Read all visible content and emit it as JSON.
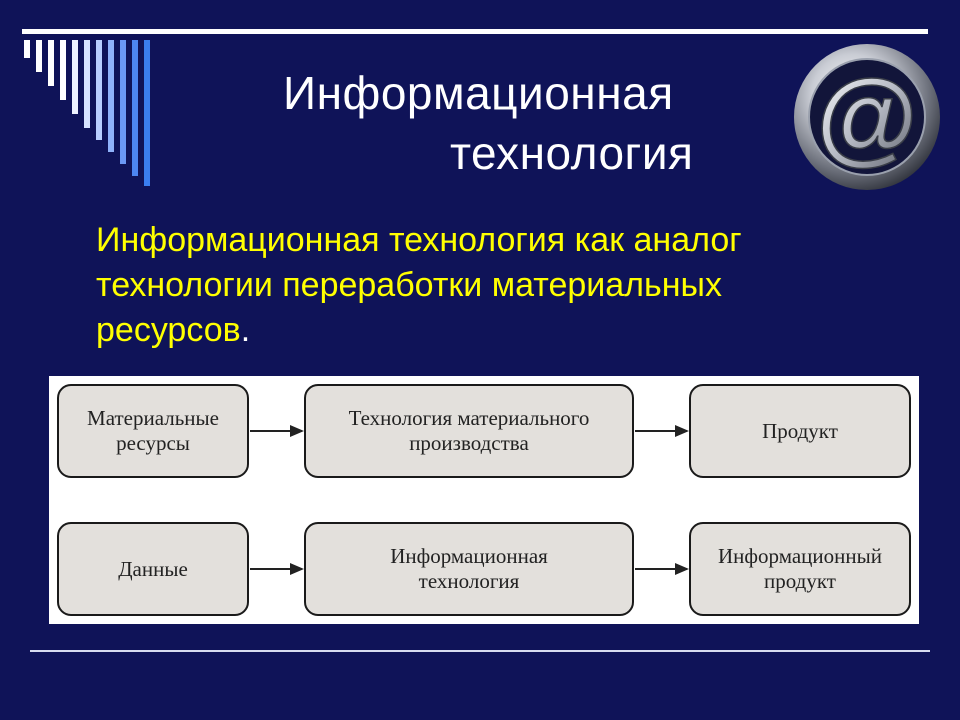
{
  "slide": {
    "title_line1": "Информационная",
    "title_line2": "технология",
    "subtitle": "Информационная технология как аналог технологии переработки материальных ресурсов",
    "subtitle_end": ".",
    "logo_symbol": "@",
    "colors": {
      "background": "#0f1358",
      "title": "#ffffff",
      "subtitle": "#ffff00",
      "stripes": "#3a7ef0",
      "box_fill": "#e3e0dc"
    }
  },
  "diagram": {
    "rows": [
      {
        "input": "Материальные\nресурсы",
        "process": "Технология материального\nпроизводства",
        "output": "Продукт"
      },
      {
        "input": "Данные",
        "process": "Информационная\nтехнология",
        "output": "Информационный\nпродукт"
      }
    ]
  }
}
